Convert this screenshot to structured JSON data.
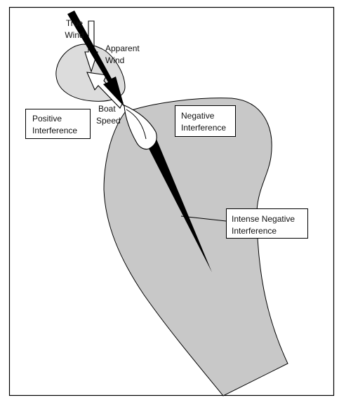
{
  "labels": {
    "true_wind": [
      "True",
      "Wind"
    ],
    "apparent_wind": [
      "Apparent",
      "Wind"
    ],
    "boat_speed": [
      "Boat",
      "Speed"
    ],
    "positive_interference": [
      "Positive",
      "Interference"
    ],
    "negative_interference": [
      "Negative",
      "Interference"
    ],
    "intense_negative_interference": [
      "Intense Negative",
      "Interference"
    ]
  },
  "colors": {
    "frame": "#000000",
    "negative_region_fill": "#c8c8c8",
    "positive_region_fill": "#dcdcdc",
    "wake": "#000000",
    "boat_fill": "#ffffff",
    "label_box_fill": "#ffffff"
  }
}
